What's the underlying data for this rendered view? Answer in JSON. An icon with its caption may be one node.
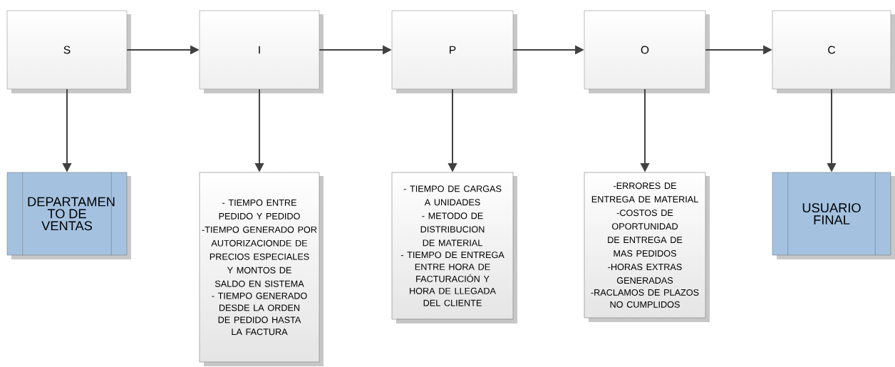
{
  "diagram": {
    "nodes": [
      {
        "text": [
          "S"
        ]
      },
      {
        "text": [
          "I"
        ]
      },
      {
        "text": [
          "P"
        ]
      },
      {
        "text": [
          "O"
        ]
      },
      {
        "text": [
          "C"
        ]
      },
      {
        "text": [
          "DEPARTAMEN TO DE VENTAS"
        ]
      },
      {
        "text": [
          "- TIEMPO ENTRE PEDIDO Y PEDIDO",
          "-TIEMPO GENERADO POR AUTORIZACIONDE DE PRECIOS ESPECIALES Y MONTOS DE SALDO EN SISTEMA",
          "- TIEMPO GENERADO DESDE LA ORDEN DE PEDIDO HASTA LA FACTURA"
        ]
      },
      {
        "text": [
          "- TIEMPO DE CARGAS A UNIDADES",
          "- METODO DE DISTRIBUCION DE MATERIAL",
          "- TIEMPO DE ENTREGA ENTRE HORA DE FACTURACIÓN Y HORA DE LLEGADA DEL CLIENTE"
        ]
      },
      {
        "text": [
          "-ERRORES DE ENTREGA DE MATERIAL",
          "-COSTOS DE OPORTUNIDAD DE ENTREGA DE MAS PEDIDOS",
          "-HORAS EXTRAS GENERADAS",
          "-RACLAMOS DE PLAZOS NO CUMPLIDOS"
        ]
      },
      {
        "text": [
          "USUARIO FINAL"
        ]
      }
    ],
    "edges": [
      {
        "from": 0,
        "to": 1,
        "arrow": "to"
      },
      {
        "from": 1,
        "to": 2,
        "arrow": "to"
      },
      {
        "from": 2,
        "to": 3,
        "arrow": "to"
      },
      {
        "from": 3,
        "to": 4,
        "arrow": "to"
      },
      {
        "from": 0,
        "to": 5,
        "arrow": "to"
      },
      {
        "from": 1,
        "to": 6,
        "arrow": "to"
      },
      {
        "from": 2,
        "to": 7,
        "arrow": "to"
      },
      {
        "from": 3,
        "to": 8,
        "arrow": "to"
      },
      {
        "from": 4,
        "to": 9,
        "arrow": "to"
      }
    ]
  }
}
